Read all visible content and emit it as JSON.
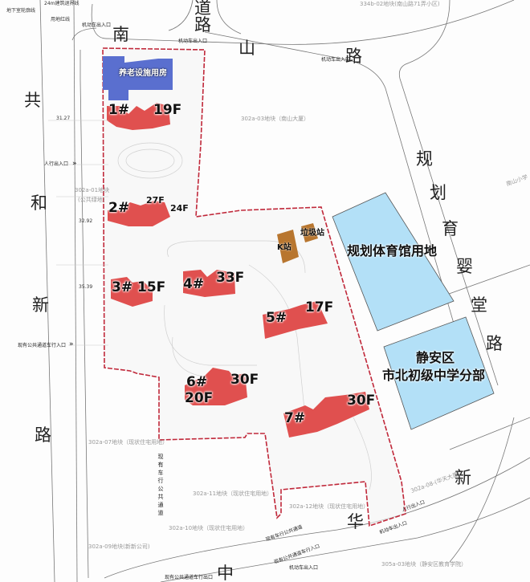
{
  "legend": {
    "basement_outline": "地下室轮廓线",
    "setback_24m": "24m建筑退界线",
    "red_line": "用地红线"
  },
  "roads": {
    "west": [
      "共",
      "和",
      "新",
      "路"
    ],
    "north": [
      "南",
      "山",
      "路"
    ],
    "north_side": [
      "道",
      "路"
    ],
    "east": [
      "规",
      "划",
      "育",
      "婴",
      "堂",
      "路"
    ],
    "south": [
      "中",
      "华",
      "新"
    ]
  },
  "parcels": {
    "p334b02": "334b-02地块(南山路71弄小区)",
    "p302a03": "302a-03地块（南山大厦）",
    "p302a01": "302a-01地块",
    "p302a01_sub": "(公共绿地)",
    "p302a07": "302a-07地块（现状住宅用地）",
    "p302a11": "302a-11地块（现状住宅用地）",
    "p302a12": "302a-12地块（现状住宅用地）",
    "p302a10": "302a-10地块（现状住宅用地）",
    "p302a09": "302a-09地块(新新公司)",
    "p302a08": "302a-08-(华天大厦)",
    "p305a03": "305a-03地块（静安区教育学院）",
    "nanshan_school": "南山小学"
  },
  "entrances": {
    "vehicle_1": "机动车出入口",
    "vehicle_2": "机动车出入口",
    "vehicle_3": "机动车出入口",
    "vehicle_4": "机动车出入口",
    "vehicle_5": "机动车出入口",
    "pedestrian_west": "人行出入口",
    "pedestrian_south": "人行出入口",
    "public_in_west": "现有公共通道车行入口",
    "public_in_south": "现有公共通道车行入口",
    "public_out_south": "现有公共通道车行出口",
    "public_passage": "现有车行公共通道",
    "public_passage_vertical": "现有车行公共通道"
  },
  "dimensions": [
    "31.27",
    "32.92",
    "35.39"
  ],
  "buildings": [
    {
      "id": "1#",
      "floors": "19F"
    },
    {
      "id": "2#",
      "floors": "27F",
      "floors2": "24F"
    },
    {
      "id": "3#",
      "floors": "15F"
    },
    {
      "id": "4#",
      "floors": "33F"
    },
    {
      "id": "5#",
      "floors": "17F"
    },
    {
      "id": "6#",
      "floors": "30F",
      "floors2": "20F"
    },
    {
      "id": "7#",
      "floors": "30F"
    }
  ],
  "facilities": {
    "elderly": "养老设施用房",
    "k_station": "K站",
    "garbage": "垃圾站",
    "gym": "规划体育馆用地",
    "school_line1": "静安区",
    "school_line2": "市北初级中学分部"
  },
  "colors": {
    "residential": "#e0504f",
    "elderly": "#5a6fcf",
    "public_blue": "#b3e0f7",
    "k_station": "#b8762f",
    "red_line": "#c0283a"
  }
}
